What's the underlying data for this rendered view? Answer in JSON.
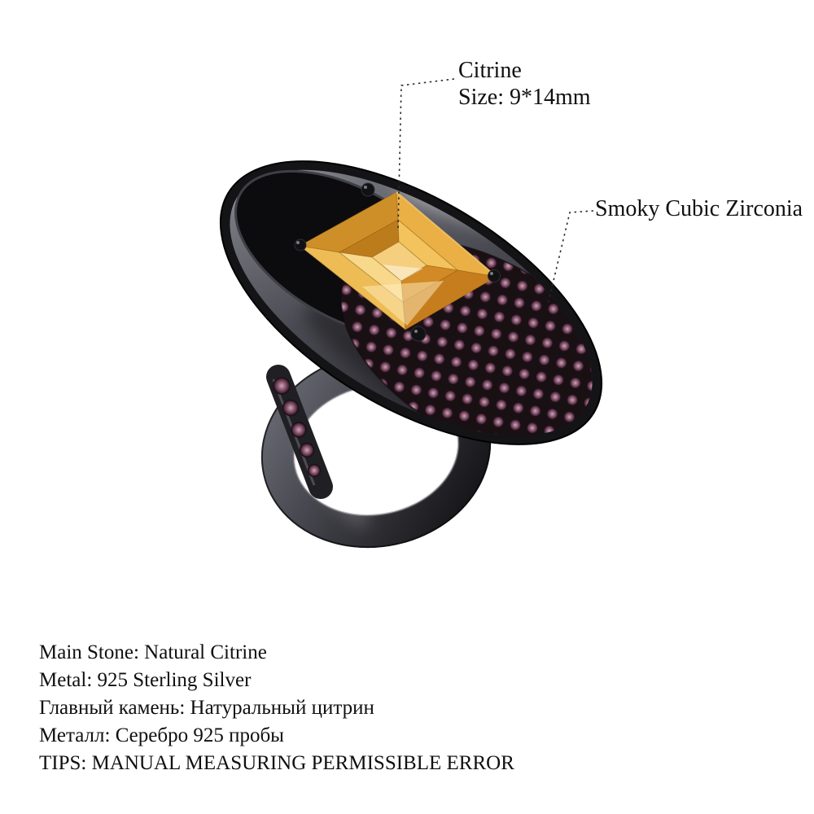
{
  "annotations": {
    "citrine": {
      "title": "Citrine",
      "size": "Size: 9*14mm"
    },
    "zirconia": {
      "label": "Smoky Cubic Zirconia"
    }
  },
  "specs": {
    "lines": [
      "Main Stone: Natural Citrine",
      "Metal: 925 Sterling Silver",
      "Главный камень: Натуральный цитрин",
      "Металл: Серебро 925 пробы",
      "TIPS: MANUAL MEASURING PERMISSIBLE ERROR"
    ]
  },
  "colors": {
    "background": "#ffffff",
    "text": "#101010",
    "citrine_stone": "#e8a93f",
    "smoky_zirconia": "#7d5468",
    "metal": "#2b2b31"
  }
}
